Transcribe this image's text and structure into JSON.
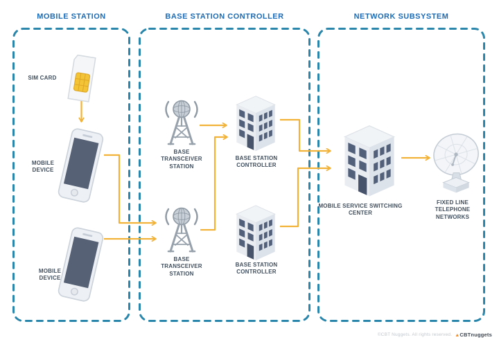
{
  "sections": [
    {
      "title": "MOBILE STATION"
    },
    {
      "title": "BASE STATION CONTROLLER"
    },
    {
      "title": "NETWORK SUBSYSTEM"
    }
  ],
  "nodes": {
    "sim_card": {
      "label": "SIM CARD"
    },
    "mobile_device_1": {
      "label": "MOBILE DEVICE"
    },
    "mobile_device_2": {
      "label": "MOBILE DEVICE"
    },
    "bts_1": {
      "label": "BASE TRANSCEIVER STATION"
    },
    "bsc_1": {
      "label": "BASE STATION CONTROLLER"
    },
    "bts_2": {
      "label": "BASE TRANSCEIVER STATION"
    },
    "bsc_2": {
      "label": "BASE STATION CONTROLLER"
    },
    "msc": {
      "label": "MOBILE SERVICE SWITCHING CENTER"
    },
    "fixed_line": {
      "label": "FIXED LINE TELEPHONE NETWORKS"
    }
  },
  "connections": [
    {
      "from": "sim_card",
      "to": "mobile_device_1"
    },
    {
      "from": "mobile_device_1",
      "to": "bts_2"
    },
    {
      "from": "mobile_device_2",
      "to": "bts_2"
    },
    {
      "from": "bts_1",
      "to": "bsc_1"
    },
    {
      "from": "bts_2",
      "to": "bsc_1"
    },
    {
      "from": "bsc_1",
      "to": "msc"
    },
    {
      "from": "bsc_2",
      "to": "msc"
    },
    {
      "from": "msc",
      "to": "fixed_line"
    }
  ],
  "footer": {
    "copyright": "©CBT Nuggets. All rights reserved.",
    "brand": "CBTnuggets"
  },
  "colors": {
    "arrow": "#F2B237",
    "dashed_border": "#2B86AB",
    "section_title": "#1E6CB5",
    "node_label": "#414F5E",
    "sim_chip": "#F4C437",
    "icon_gray": "#8E99A4",
    "screen_dark": "#566176"
  }
}
